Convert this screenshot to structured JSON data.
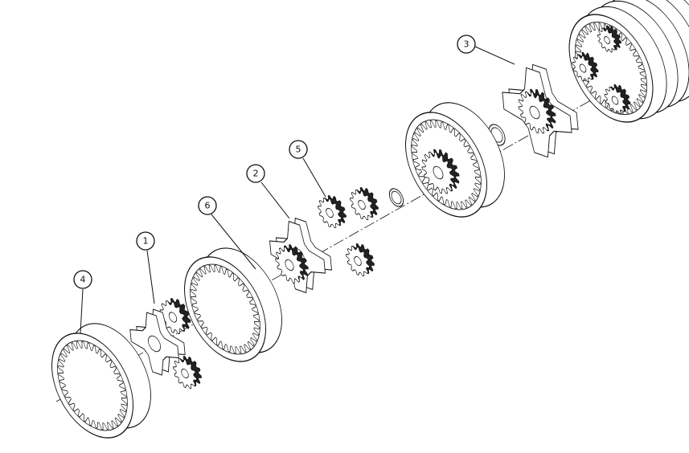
{
  "drawing": {
    "callouts": [
      {
        "label": "1"
      },
      {
        "label": "2"
      },
      {
        "label": "3"
      },
      {
        "label": "4"
      },
      {
        "label": "5"
      },
      {
        "label": "6"
      }
    ],
    "line_color": "#111111",
    "background": "#ffffff"
  }
}
